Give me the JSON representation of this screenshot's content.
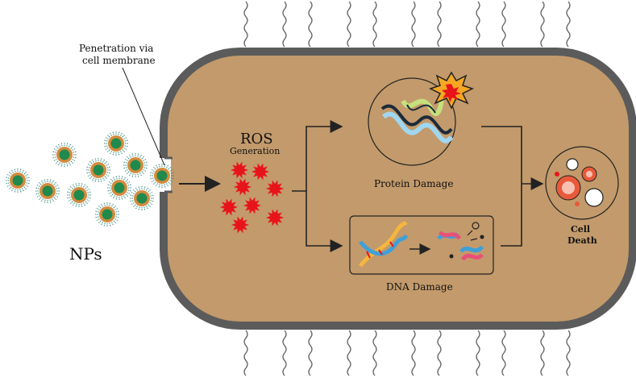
{
  "labels": {
    "penetration_line1": "Penetration via",
    "penetration_line2": "cell membrane",
    "nps": "NPs",
    "ros": "ROS",
    "ros_sub": "Generation",
    "protein_damage": "Protein Damage",
    "dna_damage": "DNA Damage",
    "cell_death_line1": "Cell",
    "cell_death_line2": "Death"
  },
  "colors": {
    "cell_fill": "#c39a6b",
    "membrane": "#5b5b5b",
    "np_core": "#1f8a4c",
    "np_shell": "#d38b3e",
    "np_spikes": "#2f8a7e",
    "ros": "#e8141b",
    "arrow": "#222222"
  },
  "icons": {
    "nanoparticle": "nanoparticle-icon",
    "ros": "ros-burst-icon",
    "protein": "protein-helix-icon",
    "explosion": "explosion-icon",
    "dna": "dna-helix-icon",
    "broken_dna": "broken-dna-icon",
    "cell_death": "dead-cells-icon"
  }
}
